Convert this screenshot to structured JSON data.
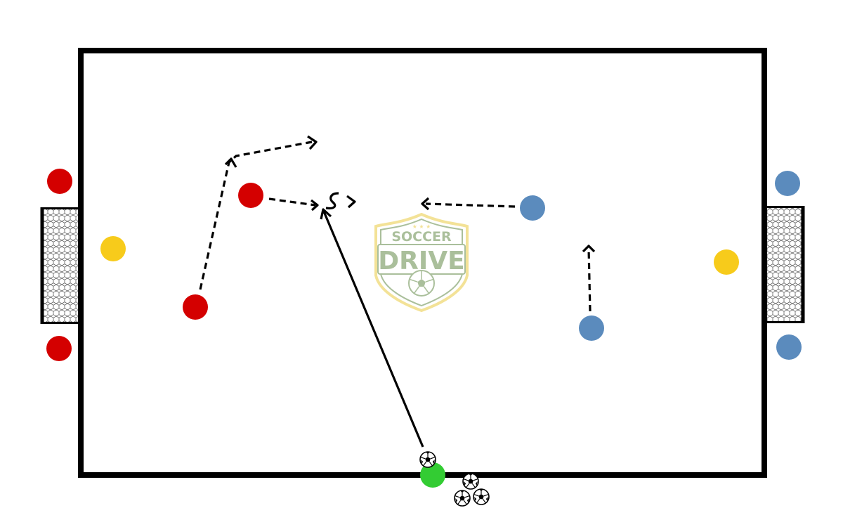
{
  "diagram": {
    "type": "soccer-drill",
    "colors": {
      "field_line": "#000000",
      "red_team": "#d40000",
      "blue_team": "#5b8bbd",
      "keeper": "#f7cb1b",
      "server": "#33cc33",
      "arrow": "#000000",
      "watermark_green": "#9cb58a",
      "watermark_gold": "#f2de86"
    },
    "players": [
      {
        "team": "red",
        "label": "red-player"
      },
      {
        "team": "red",
        "label": "red-player"
      },
      {
        "team": "red",
        "label": "red-player"
      },
      {
        "team": "red",
        "label": "red-player"
      },
      {
        "team": "blue",
        "label": "blue-player"
      },
      {
        "team": "blue",
        "label": "blue-player"
      },
      {
        "team": "blue",
        "label": "blue-player"
      },
      {
        "team": "blue",
        "label": "blue-player"
      },
      {
        "team": "keeper",
        "label": "yellow-keeper"
      },
      {
        "team": "keeper",
        "label": "yellow-keeper"
      },
      {
        "team": "server",
        "label": "green-server"
      }
    ],
    "movements": [
      {
        "kind": "run",
        "style": "dashed"
      },
      {
        "kind": "run",
        "style": "dashed"
      },
      {
        "kind": "run",
        "style": "dashed"
      },
      {
        "kind": "run",
        "style": "dashed"
      },
      {
        "kind": "pass",
        "style": "solid"
      },
      {
        "kind": "dribble",
        "style": "wavy"
      }
    ],
    "balls": {
      "count": 4,
      "icon": "soccer-ball-icon"
    },
    "goals": {
      "count": 2,
      "icon": "goal-net-icon"
    }
  },
  "watermark": {
    "top_text": "SOCCER",
    "main_text": "DRIVE",
    "icon": "soccer-ball-icon"
  }
}
